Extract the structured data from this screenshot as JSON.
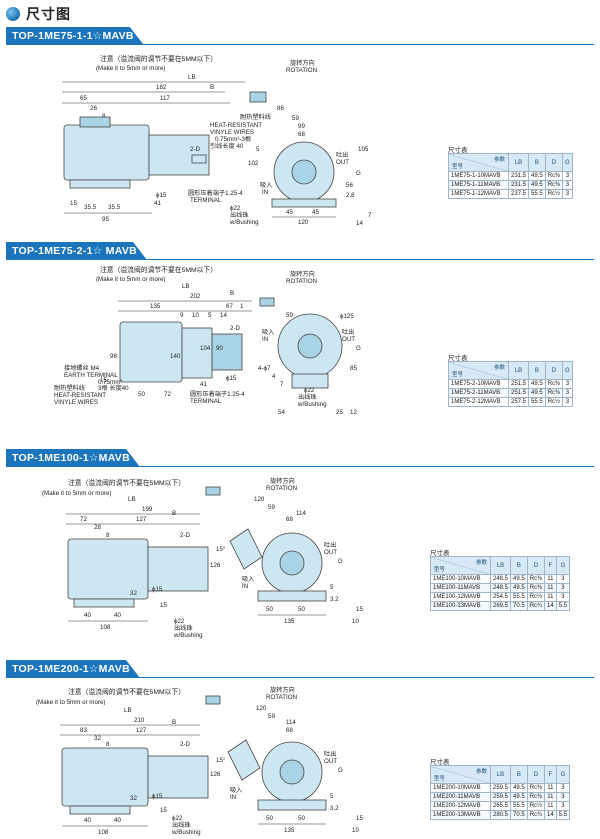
{
  "header": {
    "title": "尺寸图"
  },
  "common": {
    "note_cn": "注意（溢流阀的调节不要在5MM以下）",
    "note_en": "(Make it to 5mm or more)",
    "rotation_cn": "旋转方向",
    "rotation_en": "ROTATION",
    "suction_cn": "吸入",
    "suction_en": "IN",
    "discharge_cn": "吐出",
    "discharge_en": "OUT",
    "wire_cn": "耐热塑料线",
    "wire_en1": "HEAT-RESISTANT",
    "wire_en2": "VINYLE WIRES",
    "wire_spec": "0.75mm²-3根",
    "wire_len": "引线长度 40",
    "terminal_cn": "圆形压着端子1.25-4",
    "terminal_en": "TERMINAL",
    "bushing_cn": "出线珠",
    "bushing_en": "w/Bushing",
    "earth_cn": "接地螺丝 M4",
    "earth_en": "EARTH TERMINAL",
    "wire_b_spec": "0.75mm²",
    "wire_b_cn": "耐热塑料线",
    "wire_b_len": "3根 长度40",
    "wire_b_en1": "HEAT-RESISTANT",
    "wire_b_en2": "VINYLE WIRES",
    "lb": "LB",
    "b": "B",
    "g": "G",
    "twod": "2-D",
    "angle": "15°",
    "phi22": "ϕ22",
    "phi15": "ϕ15",
    "phi125": "ϕ125",
    "four_phi7": "4-ϕ7"
  },
  "sections": [
    {
      "model": "TOP-1ME75-1-1☆MAVB",
      "dims": {
        "d182": "182",
        "d65": "65",
        "d117": "117",
        "d26": "26",
        "d8": "8",
        "d86": "86",
        "d59": "59",
        "d99": "99",
        "d68": "68",
        "d102": "102",
        "d5": "5",
        "d105": "105",
        "d56": "56",
        "d28": "2.8",
        "d41": "41",
        "d35a": "35.5",
        "d35b": "35.5",
        "d15": "15",
        "d95": "95",
        "d45a": "45",
        "d45b": "45",
        "d120": "120",
        "d7": "7",
        "d14": "14"
      },
      "table": {
        "caption": "尺寸表",
        "param_label": "参数",
        "model_label": "型号",
        "columns": [
          "LB",
          "B",
          "D",
          "G"
        ],
        "rows": [
          {
            "model": "1ME75-1-10MAVB",
            "cells": [
              "231.5",
              "49.5",
              "Rc⅜",
              "3"
            ]
          },
          {
            "model": "1ME75-1-11MAVB",
            "cells": [
              "231.5",
              "49.5",
              "Rc⅜",
              "3"
            ]
          },
          {
            "model": "1ME75-1-12MAVB",
            "cells": [
              "237.5",
              "55.5",
              "Rc½",
              "3"
            ]
          }
        ]
      }
    },
    {
      "model": "TOP-1ME75-2-1☆ MAVB",
      "dims": {
        "d202": "202",
        "d135": "135",
        "d67": "67",
        "d9": "9",
        "d10": "10",
        "d5": "5",
        "d14": "14",
        "d1": "1",
        "d59": "59",
        "d98": "98",
        "d140": "140",
        "d104": "104",
        "d90": "90",
        "d41": "41",
        "d4": "4",
        "d7": "7",
        "d15": "15",
        "d50": "50",
        "d72": "72",
        "d12": "12",
        "d25": "25",
        "d54": "54",
        "d85": "85"
      },
      "table": {
        "caption": "尺寸表",
        "param_label": "参数",
        "model_label": "型号",
        "columns": [
          "LB",
          "B",
          "D",
          "G"
        ],
        "rows": [
          {
            "model": "1ME75-2-10MAVB",
            "cells": [
              "251.5",
              "49.5",
              "Rc⅜",
              "3"
            ]
          },
          {
            "model": "1ME75-2-11MAVB",
            "cells": [
              "251.5",
              "49.5",
              "Rc⅜",
              "3"
            ]
          },
          {
            "model": "1ME75-2-12MAVB",
            "cells": [
              "257.5",
              "55.5",
              "Rc½",
              "3"
            ]
          }
        ]
      }
    },
    {
      "model": "TOP-1ME100-1☆MAVB",
      "dims": {
        "d199": "199",
        "d72": "72",
        "d127": "127",
        "d28": "28",
        "d8": "8",
        "d120": "120",
        "d59": "59",
        "d114": "114",
        "d68": "68",
        "d126": "126",
        "d32": "32",
        "d15": "15",
        "d40a": "40",
        "d40b": "40",
        "d108": "108",
        "d50a": "50",
        "d50b": "50",
        "d135": "135",
        "d5": "5",
        "d32b": "3.2",
        "d15b": "15",
        "d10": "10"
      },
      "table": {
        "caption": "尺寸表",
        "param_label": "参数",
        "model_label": "型号",
        "columns": [
          "LB",
          "B",
          "D",
          "F",
          "G"
        ],
        "rows": [
          {
            "model": "1ME100-10MAVB",
            "cells": [
              "248.5",
              "49.5",
              "Rc⅜",
              "11",
              "3"
            ]
          },
          {
            "model": "1ME100-11MAVB",
            "cells": [
              "248.5",
              "49.5",
              "Rc⅜",
              "11",
              "3"
            ]
          },
          {
            "model": "1ME100-12MAVB",
            "cells": [
              "254.5",
              "55.5",
              "Rc½",
              "11",
              "3"
            ]
          },
          {
            "model": "1ME100-13MAVB",
            "cells": [
              "269.5",
              "70.5",
              "Rc¾",
              "14",
              "5.5"
            ]
          }
        ]
      }
    },
    {
      "model": "TOP-1ME200-1☆MAVB",
      "dims": {
        "d210": "210",
        "d83": "83",
        "d127": "127",
        "d32": "32",
        "d8": "8",
        "d120": "120",
        "d59": "59",
        "d114": "114",
        "d68": "68",
        "d126": "126",
        "d32b": "32",
        "d15": "15",
        "d40a": "40",
        "d40b": "40",
        "d108": "108",
        "d50a": "50",
        "d50b": "50",
        "d135": "135",
        "d5": "5",
        "d32c": "3.2",
        "d15b": "15",
        "d10": "10"
      },
      "table": {
        "caption": "尺寸表",
        "param_label": "参数",
        "model_label": "型号",
        "columns": [
          "LB",
          "B",
          "D",
          "F",
          "G"
        ],
        "rows": [
          {
            "model": "1ME200-10MAVB",
            "cells": [
              "259.5",
              "49.5",
              "Rc⅜",
              "11",
              "3"
            ]
          },
          {
            "model": "1ME200-11MAVB",
            "cells": [
              "259.5",
              "49.5",
              "Rc⅜",
              "11",
              "3"
            ]
          },
          {
            "model": "1ME200-12MAVB",
            "cells": [
              "265.5",
              "55.5",
              "Rc½",
              "11",
              "3"
            ]
          },
          {
            "model": "1ME200-13MAVB",
            "cells": [
              "280.5",
              "70.5",
              "Rc¾",
              "14",
              "5.5"
            ]
          }
        ]
      }
    }
  ]
}
